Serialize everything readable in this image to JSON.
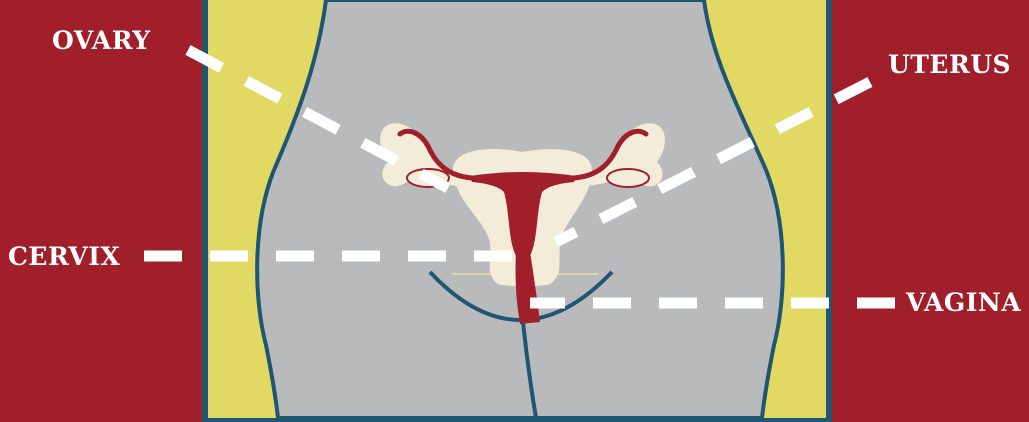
{
  "labels": {
    "ovary": "OVARY",
    "uterus": "UTERUS",
    "cervix": "CERVIX",
    "vagina": "VAGINA"
  },
  "colors": {
    "background": "#a11f2a",
    "frame": "#1f5671",
    "hips": "#e2d964",
    "body": "#b9babc",
    "organ_cream": "#f2ecd8",
    "organ_red": "#a11f2a",
    "pointer": "#ffffff"
  }
}
